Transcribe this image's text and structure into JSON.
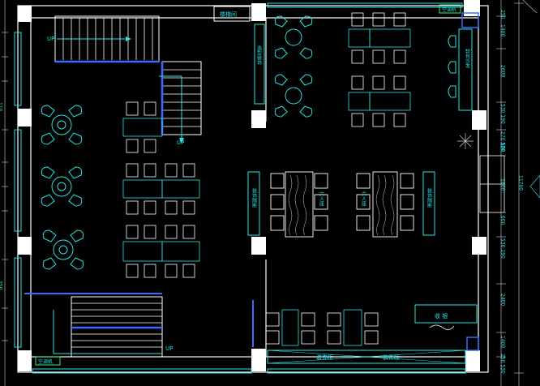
{
  "labels": {
    "stair_up_top": "UP",
    "stair_up_mid": "UP",
    "stair_up_bottom": "UP",
    "top_sign": "楼梯间",
    "top_right_sign": "空调机",
    "bottom_left_sign": "空调机",
    "cashier": "收  银",
    "bench_top_left": "造型装饰",
    "bench_right_wall": "软包沙发",
    "bench_mid_left": "装饰隔断",
    "bench_mid_right": "装饰隔断",
    "table_center_left": "六人座",
    "table_center_right": "六人座",
    "bottom_cabinet_left": "装饰柜",
    "bottom_cabinet_right": "装饰柜"
  },
  "dimensions": {
    "right_chain": [
      "250",
      "1400",
      "2600",
      "530 190",
      "270 530",
      "600",
      "1800",
      "600",
      "530 190",
      "2400",
      "1400",
      "250 530"
    ],
    "right_total": "11700",
    "left_marks": [
      "110",
      "350"
    ]
  },
  "colors": {
    "background": "#000000",
    "wall": "#ffffff",
    "cyan": "#27e4e4",
    "green": "#33ee77",
    "blue": "#3b6bff",
    "gray": "#cfcfcf"
  }
}
